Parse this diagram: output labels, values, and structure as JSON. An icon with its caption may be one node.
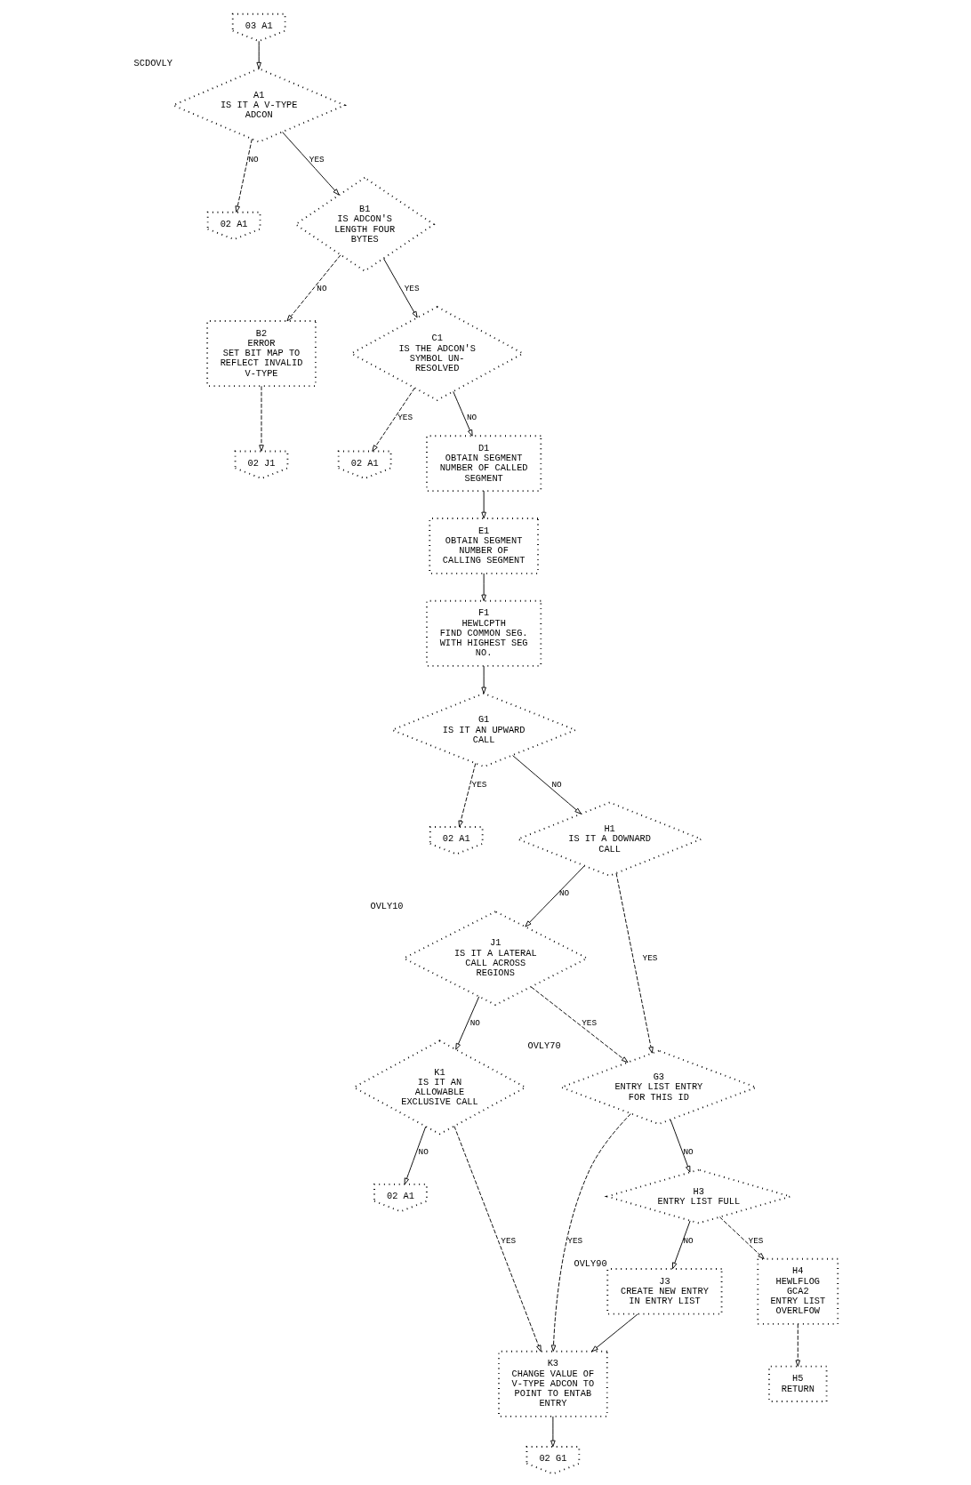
{
  "diagram": {
    "nodes": [
      {
        "text": [
          "03 A1"
        ]
      },
      {
        "text": [
          "A1",
          "IS IT A V-TYPE ADCON"
        ],
        "beside": [
          "SCDOVLY"
        ]
      },
      {
        "text": [
          "02 A1"
        ]
      },
      {
        "text": [
          "B1",
          "IS ADCON'S LENGTH FOUR BYTES"
        ]
      },
      {
        "text": [
          "B2",
          "ERROR",
          "SET BIT MAP TO REFLECT INVALID V-TYPE"
        ]
      },
      {
        "text": [
          "02 J1"
        ]
      },
      {
        "text": [
          "C1",
          "IS THE ADCON'S SYMBOL UN- RESOLVED"
        ]
      },
      {
        "text": [
          "02 A1"
        ]
      },
      {
        "text": [
          "D1",
          "OBTAIN SEGMENT NUMBER OF CALLED SEGMENT"
        ]
      },
      {
        "text": [
          "E1",
          "OBTAIN SEGMENT NUMBER OF CALLING SEGMENT"
        ]
      },
      {
        "text": [
          "F1",
          "HEWLCPTH",
          "FIND COMMON SEG. WITH HIGHEST SEG NO."
        ]
      },
      {
        "text": [
          "G1",
          "IS IT AN UPWARD CALL"
        ]
      },
      {
        "text": [
          "02 A1"
        ]
      },
      {
        "text": [
          "H1",
          "IS IT A DOWNARD CALL"
        ]
      },
      {
        "text": [
          "J1",
          "IS IT A LATERAL CALL ACROSS REGIONS"
        ],
        "beside": [
          "OVLY10"
        ]
      },
      {
        "text": [
          "K1",
          "IS IT AN ALLOWABLE EXCLUSIVE CALL"
        ]
      },
      {
        "text": [
          "02 A1"
        ]
      },
      {
        "text": [
          "G3",
          "ENTRY LIST ENTRY FOR THIS ID"
        ],
        "beside": [
          "OVLY70"
        ]
      },
      {
        "text": [
          "H3",
          "ENTRY LIST FULL"
        ]
      },
      {
        "text": [
          "H4",
          "HEWLFLOG",
          "GCA2",
          "ENTRY LIST OVERLFOW"
        ]
      },
      {
        "text": [
          "H5",
          "RETURN"
        ]
      },
      {
        "text": [
          "J3",
          "CREATE NEW ENTRY IN ENTRY LIST"
        ],
        "beside": [
          "OVLY90"
        ]
      },
      {
        "text": [
          "K3",
          "CHANGE VALUE OF V-TYPE ADCON TO POINT TO ENTAB ENTRY"
        ]
      },
      {
        "text": [
          "02 G1"
        ]
      }
    ],
    "edges": [
      {
        "from": 0,
        "to": 1,
        "arrow": "to"
      },
      {
        "from": 1,
        "to": 2,
        "arrow": "to",
        "label": "NO",
        "style": "dashed"
      },
      {
        "from": 1,
        "to": 3,
        "arrow": "to",
        "label": "YES"
      },
      {
        "from": 3,
        "to": 4,
        "arrow": "to",
        "label": "NO",
        "style": "dashed"
      },
      {
        "from": 4,
        "to": 5,
        "arrow": "to",
        "style": "dashed"
      },
      {
        "from": 3,
        "to": 6,
        "arrow": "to",
        "label": "YES"
      },
      {
        "from": 6,
        "to": 7,
        "arrow": "to",
        "label": "YES",
        "style": "dashed"
      },
      {
        "from": 6,
        "to": 8,
        "arrow": "to",
        "label": "NO"
      },
      {
        "from": 8,
        "to": 9,
        "arrow": "to"
      },
      {
        "from": 9,
        "to": 10,
        "arrow": "to"
      },
      {
        "from": 10,
        "to": 11,
        "arrow": "to"
      },
      {
        "from": 11,
        "to": 12,
        "arrow": "to",
        "label": "YES",
        "style": "dashed"
      },
      {
        "from": 11,
        "to": 13,
        "arrow": "to",
        "label": "NO"
      },
      {
        "from": 13,
        "to": 17,
        "arrow": "to",
        "label": "YES",
        "style": "dashed"
      },
      {
        "from": 13,
        "to": 14,
        "arrow": "to",
        "label": "NO"
      },
      {
        "from": 14,
        "to": 17,
        "arrow": "to",
        "label": "YES",
        "style": "dashed"
      },
      {
        "from": 14,
        "to": 15,
        "arrow": "to",
        "label": "NO"
      },
      {
        "from": 15,
        "to": 22,
        "arrow": "to",
        "label": "YES",
        "style": "dashed"
      },
      {
        "from": 15,
        "to": 16,
        "arrow": "to",
        "label": "NO"
      },
      {
        "from": 17,
        "to": 22,
        "arrow": "to",
        "label": "YES",
        "style": "dashed"
      },
      {
        "from": 17,
        "to": 18,
        "arrow": "to",
        "label": "NO"
      },
      {
        "from": 18,
        "to": 19,
        "arrow": "to",
        "label": "YES",
        "style": "dashed"
      },
      {
        "from": 18,
        "to": 21,
        "arrow": "to",
        "label": "NO"
      },
      {
        "from": 19,
        "to": 20,
        "arrow": "to",
        "style": "dashed"
      },
      {
        "from": 21,
        "to": 22,
        "arrow": "to"
      },
      {
        "from": 22,
        "to": 23,
        "arrow": "to"
      }
    ]
  }
}
